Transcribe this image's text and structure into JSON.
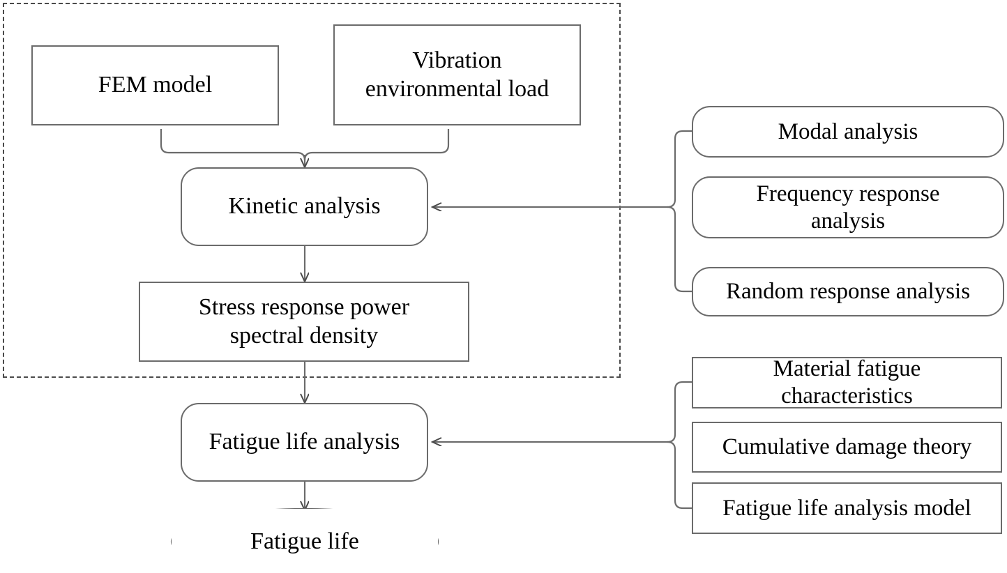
{
  "diagram": {
    "title": "Vibration fatigue life analysis flowchart",
    "stroke_color": "#6b6b6b",
    "dashed_color": "#4a4a4a",
    "background": "#ffffff",
    "dashed_region_label": "dynamic-analysis-region"
  },
  "nodes": {
    "fem_model": "FEM model",
    "vibration_load": "Vibration\nenvironmental load",
    "kinetic_analysis": "Kinetic analysis",
    "stress_psd": "Stress response power\nspectral density",
    "fatigue_life_analysis": "Fatigue life analysis",
    "fatigue_life": "Fatigue life"
  },
  "kinetic_methods": {
    "group_name": "kinetic-analysis-methods",
    "items": [
      {
        "label": "Modal analysis"
      },
      {
        "label": "Frequency response\nanalysis"
      },
      {
        "label": "Random response analysis"
      }
    ]
  },
  "fatigue_inputs": {
    "group_name": "fatigue-analysis-inputs",
    "items": [
      {
        "label": "Material fatigue\ncharacteristics"
      },
      {
        "label": "Cumulative damage theory"
      },
      {
        "label": "Fatigue life analysis model"
      }
    ]
  }
}
